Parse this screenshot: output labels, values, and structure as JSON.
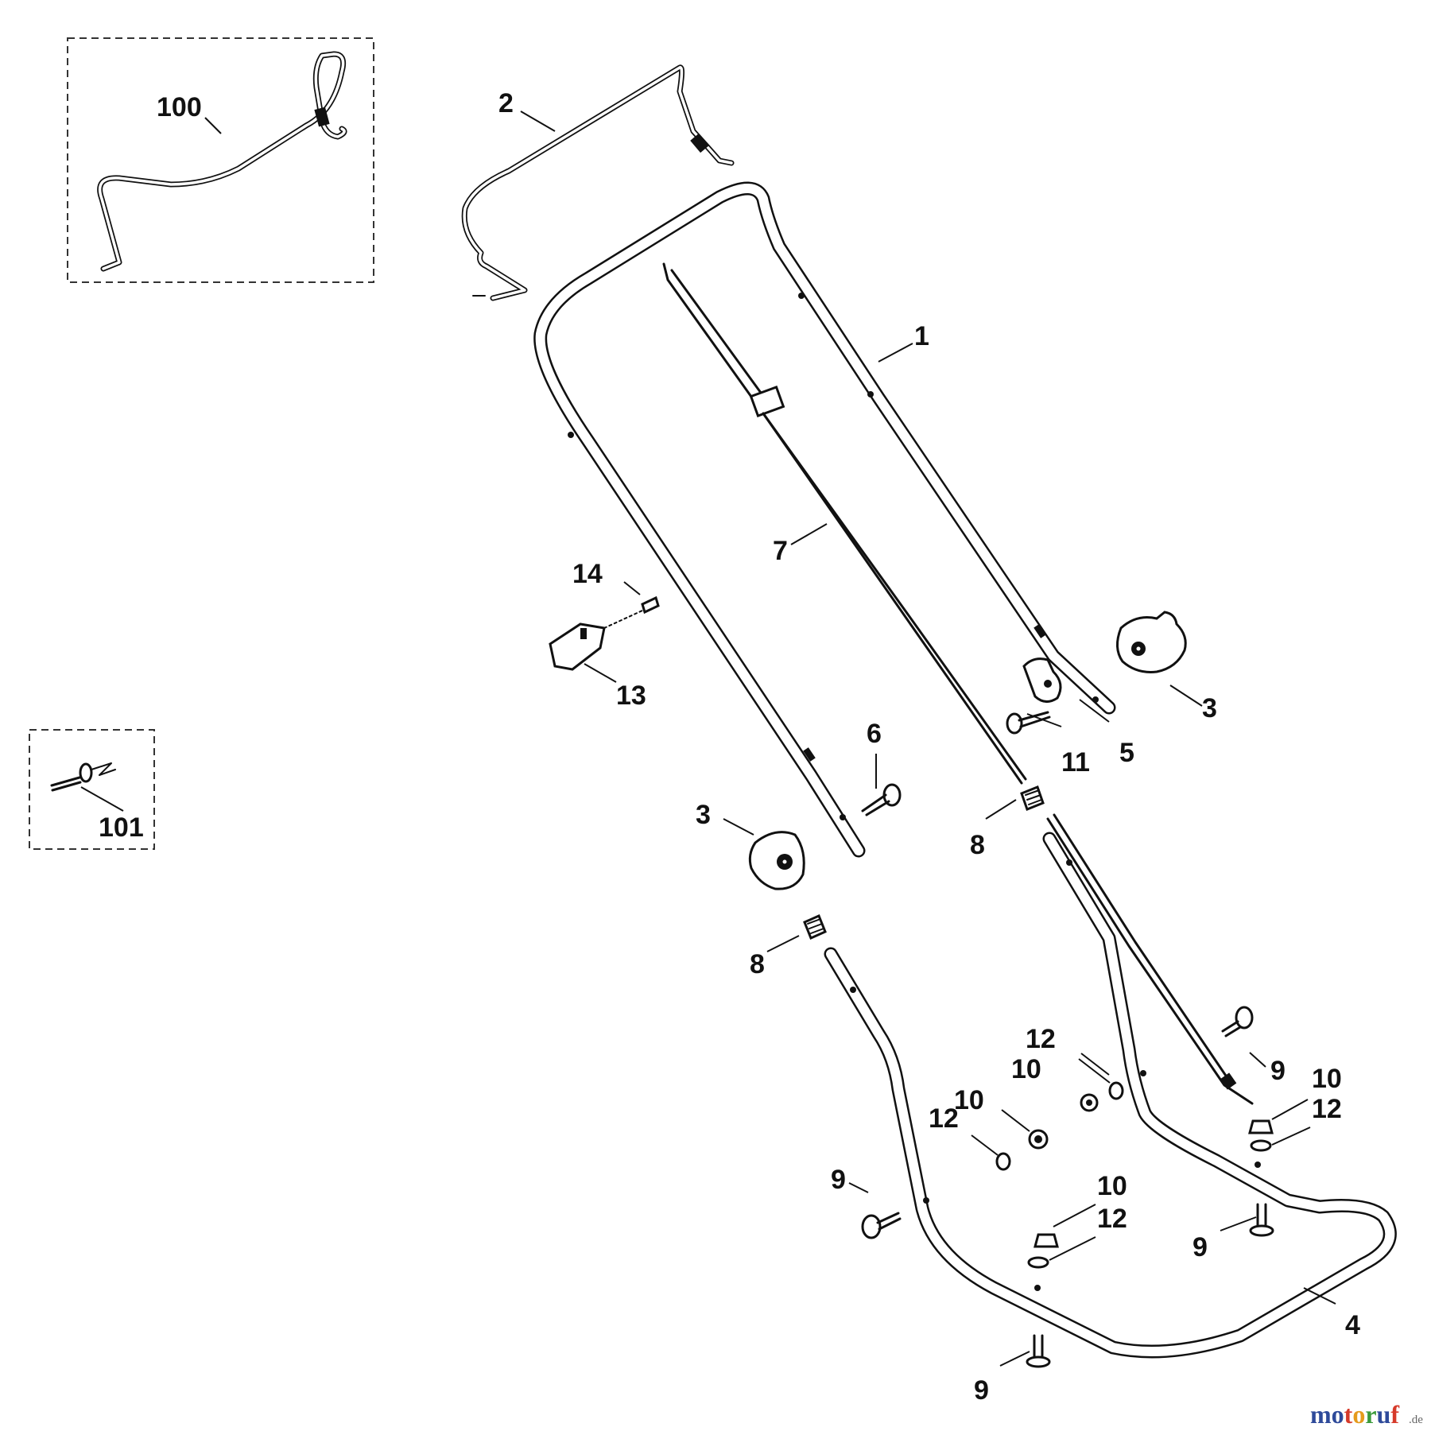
{
  "diagram": {
    "callouts": {
      "c1": "1",
      "c2": "2",
      "c3a": "3",
      "c3b": "3",
      "c4": "4",
      "c5": "5",
      "c6": "6",
      "c7": "7",
      "c8a": "8",
      "c8b": "8",
      "c9a": "9",
      "c9b": "9",
      "c9c": "9",
      "c9d": "9",
      "c10a": "10",
      "c10b": "10",
      "c10c": "10",
      "c10d": "10",
      "c11": "11",
      "c12a": "12",
      "c12b": "12",
      "c12c": "12",
      "c12d": "12",
      "c13": "13",
      "c14": "14",
      "c100": "100",
      "c101": "101"
    }
  },
  "watermark": {
    "brand": "motoruf",
    "tld": ".de",
    "letter_colors": [
      "#2e4a9a",
      "#2e4a9a",
      "#d63a2a",
      "#e59b1c",
      "#3a9a3a",
      "#2e4a9a",
      "#d63a2a"
    ]
  }
}
